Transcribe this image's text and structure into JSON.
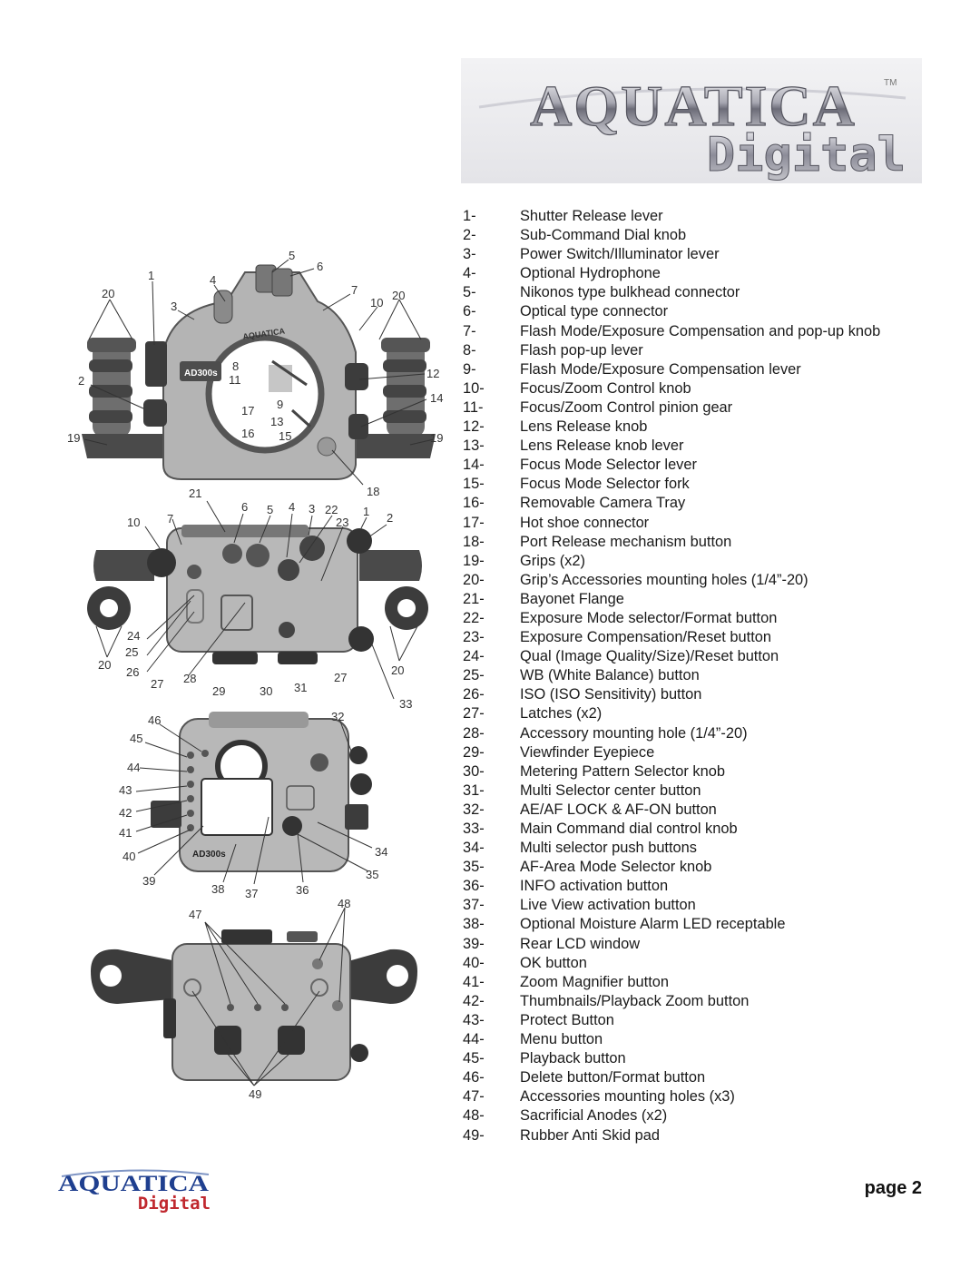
{
  "header": {
    "logo_word": "AQUATICA",
    "logo_tm": "TM",
    "logo_sub": "Digital"
  },
  "parts": [
    {
      "num": "1-",
      "label": "Shutter Release lever"
    },
    {
      "num": "2-",
      "label": "Sub-Command Dial knob"
    },
    {
      "num": "3-",
      "label": "Power Switch/Illuminator lever"
    },
    {
      "num": "4-",
      "label": "Optional Hydrophone"
    },
    {
      "num": "5-",
      "label": "Nikonos type bulkhead connector"
    },
    {
      "num": "6-",
      "label": "Optical type connector"
    },
    {
      "num": "7-",
      "label": "Flash Mode/Exposure Compensation and pop-up knob"
    },
    {
      "num": "8-",
      "label": "Flash pop-up lever"
    },
    {
      "num": "9-",
      "label": "Flash Mode/Exposure Compensation lever"
    },
    {
      "num": "10-",
      "label": "Focus/Zoom Control knob"
    },
    {
      "num": "11-",
      "label": "Focus/Zoom Control pinion gear"
    },
    {
      "num": "12-",
      "label": "Lens Release knob"
    },
    {
      "num": "13-",
      "label": "Lens Release knob lever"
    },
    {
      "num": "14-",
      "label": "Focus Mode Selector lever"
    },
    {
      "num": "15-",
      "label": "Focus Mode Selector fork"
    },
    {
      "num": "16-",
      "label": "Removable Camera Tray"
    },
    {
      "num": "17-",
      "label": "Hot shoe connector"
    },
    {
      "num": "18-",
      "label": "Port Release mechanism button"
    },
    {
      "num": "19-",
      "label": "Grips (x2)"
    },
    {
      "num": "20-",
      "label": "Grip’s Accessories mounting holes (1/4”-20)"
    },
    {
      "num": "21-",
      "label": "Bayonet Flange"
    },
    {
      "num": "22-",
      "label": "Exposure Mode selector/Format button"
    },
    {
      "num": "23-",
      "label": "Exposure Compensation/Reset button"
    },
    {
      "num": "24-",
      "label": "Qual (Image Quality/Size)/Reset button"
    },
    {
      "num": "25-",
      "label": "WB (White Balance) button"
    },
    {
      "num": "26-",
      "label": "ISO (ISO Sensitivity) button"
    },
    {
      "num": "27-",
      "label": "Latches (x2)"
    },
    {
      "num": "28-",
      "label": "Accessory mounting hole (1/4”-20)"
    },
    {
      "num": "29-",
      "label": "Viewfinder Eyepiece"
    },
    {
      "num": "30-",
      "label": "Metering Pattern Selector knob"
    },
    {
      "num": "31-",
      "label": "Multi Selector center button"
    },
    {
      "num": "32-",
      "label": "AE/AF LOCK & AF-ON button"
    },
    {
      "num": "33-",
      "label": "Main Command dial control knob"
    },
    {
      "num": "34-",
      "label": "Multi selector push buttons"
    },
    {
      "num": "35-",
      "label": "AF-Area Mode Selector knob"
    },
    {
      "num": "36-",
      "label": "INFO activation button"
    },
    {
      "num": "37-",
      "label": "Live View activation button"
    },
    {
      "num": "38-",
      "label": "Optional Moisture Alarm LED receptable"
    },
    {
      "num": "39-",
      "label": "Rear LCD window"
    },
    {
      "num": "40-",
      "label": "OK button"
    },
    {
      "num": "41-",
      "label": "Zoom Magnifier button"
    },
    {
      "num": "42-",
      "label": "Thumbnails/Playback Zoom button"
    },
    {
      "num": "43-",
      "label": "Protect Button"
    },
    {
      "num": "44-",
      "label": "Menu  button"
    },
    {
      "num": "45-",
      "label": "Playback button"
    },
    {
      "num": "46-",
      "label": "Delete button/Format button"
    },
    {
      "num": "47-",
      "label": "Accessories mounting holes (x3)"
    },
    {
      "num": "48-",
      "label": "Sacrificial Anodes (x2)"
    },
    {
      "num": "49-",
      "label": "Rubber Anti Skid pad"
    }
  ],
  "figures": {
    "front": {
      "model_badge": "AD300s",
      "brand_plate": "AQUATICA",
      "callouts": [
        "1",
        "2",
        "3",
        "4",
        "5",
        "6",
        "7",
        "8",
        "9",
        "10",
        "11",
        "12",
        "13",
        "14",
        "15",
        "16",
        "17",
        "18",
        "19",
        "19",
        "20",
        "20"
      ]
    },
    "top": {
      "callouts": [
        "1",
        "2",
        "3",
        "4",
        "5",
        "6",
        "7",
        "10",
        "20",
        "20",
        "21",
        "22",
        "23",
        "24",
        "25",
        "26",
        "27",
        "27",
        "28",
        "29",
        "30",
        "31",
        "33"
      ]
    },
    "back": {
      "model_badge": "AD300s",
      "callouts": [
        "32",
        "34",
        "35",
        "36",
        "37",
        "38",
        "39",
        "40",
        "41",
        "42",
        "43",
        "44",
        "45",
        "46"
      ]
    },
    "bottom": {
      "callouts": [
        "47",
        "48",
        "49"
      ]
    }
  },
  "footer": {
    "logo_word": "AQUATICA",
    "logo_sub": "Digital",
    "page_label": "page 2"
  },
  "colors": {
    "logo_red": "#c0282e",
    "logo_blue": "#1f3f8f",
    "housing_gray": "#9a9a9a"
  }
}
